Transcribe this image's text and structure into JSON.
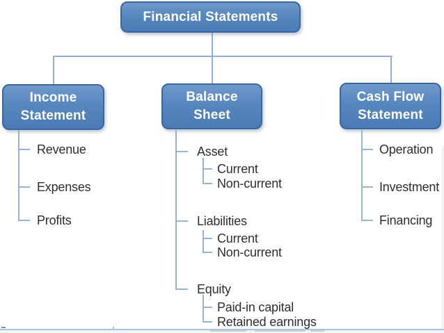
{
  "diagram": {
    "title": "Financial Statements",
    "branches": [
      {
        "name": "Income Statement",
        "line1": "Income",
        "line2": "Statement",
        "items": [
          {
            "label": "Revenue"
          },
          {
            "label": "Expenses"
          },
          {
            "label": "Profits"
          }
        ]
      },
      {
        "name": "Balance Sheet",
        "line1": "Balance",
        "line2": "Sheet",
        "items": [
          {
            "label": "Asset",
            "children": [
              {
                "label": "Current"
              },
              {
                "label": "Non-current"
              }
            ]
          },
          {
            "label": "Liabilities",
            "children": [
              {
                "label": "Current"
              },
              {
                "label": "Non-current"
              }
            ]
          },
          {
            "label": "Equity",
            "children": [
              {
                "label": "Paid-in capital"
              },
              {
                "label": "Retained earnings"
              }
            ]
          }
        ]
      },
      {
        "name": "Cash Flow Statement",
        "line1": "Cash Flow",
        "line2": "Statement",
        "items": [
          {
            "label": "Operation"
          },
          {
            "label": "Investment"
          },
          {
            "label": "Financing"
          }
        ]
      }
    ],
    "colors": {
      "box_fill_top": "#7099cc",
      "box_fill_bottom": "#4a7bb4",
      "box_border": "#3a679f",
      "box_text": "#ffffff",
      "connector": "#95b3d7",
      "item_text": "#2e2e2e",
      "background": "#ffffff",
      "bottom_edge_line": "#aac4dd"
    }
  }
}
